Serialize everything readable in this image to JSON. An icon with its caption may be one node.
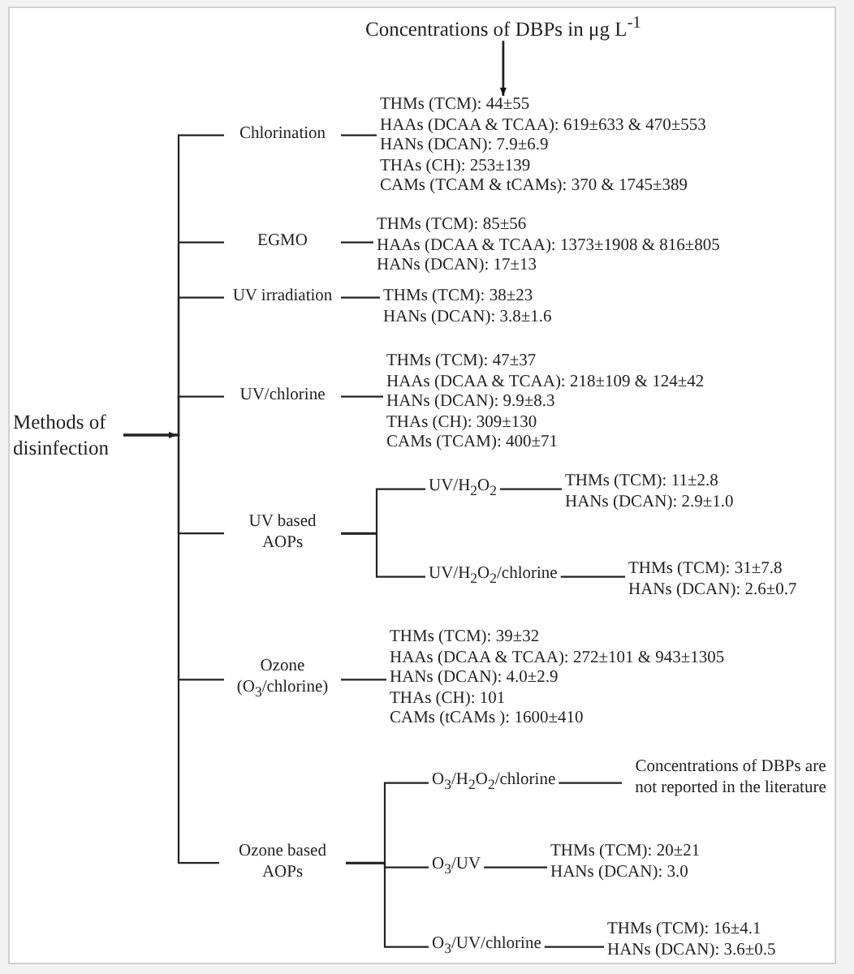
{
  "diagram": {
    "nodes": [
      {
        "text": [
          "Concentrations of DBPs in μg L$^{-1}$"
        ]
      },
      {
        "text": [
          "Methods of disinfection"
        ]
      },
      {
        "text": [
          "Chlorination"
        ]
      },
      {
        "text": [
          "THMs (TCM): 44±55",
          "HAAs (DCAA & TCAA): 619±633 & 470±553",
          "HANs (DCAN): 7.9±6.9",
          "THAs (CH): 253±139",
          "CAMs (TCAM & tCAMs): 370 & 1745±389"
        ]
      },
      {
        "text": [
          "EGMO"
        ]
      },
      {
        "text": [
          "THMs (TCM): 85±56",
          "HAAs (DCAA & TCAA): 1373±1908 & 816±805",
          "HANs (DCAN): 17±13"
        ]
      },
      {
        "text": [
          "UV irradiation"
        ]
      },
      {
        "text": [
          "THMs (TCM): 38±23",
          "HANs (DCAN): 3.8±1.6"
        ]
      },
      {
        "text": [
          "UV/chlorine"
        ]
      },
      {
        "text": [
          "THMs (TCM): 47±37",
          "HAAs (DCAA & TCAA): 218±109 & 124±42",
          "HANs (DCAN): 9.9±8.3",
          "THAs (CH): 309±130",
          "CAMs (TCAM): 400±71"
        ]
      },
      {
        "text": [
          "UV based AOPs"
        ]
      },
      {
        "text": [
          "UV/H$_{2}$O$_{2}$"
        ]
      },
      {
        "text": [
          "THMs (TCM): 11±2.8",
          "HANs (DCAN): 2.9±1.0"
        ]
      },
      {
        "text": [
          "UV/H$_{2}$O$_{2}$/chlorine"
        ]
      },
      {
        "text": [
          "THMs (TCM): 31±7.8",
          "HANs (DCAN): 2.6±0.7"
        ]
      },
      {
        "text": [
          "Ozone (O$_{3}$/chlorine)"
        ]
      },
      {
        "text": [
          "THMs (TCM): 39±32",
          "HAAs (DCAA & TCAA): 272±101 & 943±1305",
          "HANs (DCAN): 4.0±2.9",
          "THAs (CH): 101",
          "CAMs (tCAMs ): 1600±410"
        ]
      },
      {
        "text": [
          "Ozone based AOPs"
        ]
      },
      {
        "text": [
          "O$_{3}$/H$_{2}$O$_{2}$/chlorine"
        ]
      },
      {
        "text": [
          "Concentrations of DBPs are not reported in the literature"
        ]
      },
      {
        "text": [
          "O$_{3}$/UV"
        ]
      },
      {
        "text": [
          "THMs (TCM): 20±21",
          "HANs (DCAN): 3.0"
        ]
      },
      {
        "text": [
          "O$_{3}$/UV/chlorine"
        ]
      },
      {
        "text": [
          "THMs (TCM): 16±4.1",
          "HANs (DCAN): 3.6±0.5"
        ]
      }
    ],
    "edges": [
      {
        "from": 0,
        "to": 3,
        "arrow": "to"
      },
      {
        "from": 1,
        "to": 2,
        "arrow": "none"
      },
      {
        "from": 1,
        "to": 4,
        "arrow": "none"
      },
      {
        "from": 1,
        "to": 6,
        "arrow": "none"
      },
      {
        "from": 1,
        "to": 8,
        "arrow": "none"
      },
      {
        "from": 1,
        "to": 10,
        "arrow": "none"
      },
      {
        "from": 1,
        "to": 15,
        "arrow": "none"
      },
      {
        "from": 1,
        "to": 17,
        "arrow": "none"
      },
      {
        "from": 2,
        "to": 3,
        "arrow": "none"
      },
      {
        "from": 4,
        "to": 5,
        "arrow": "none"
      },
      {
        "from": 6,
        "to": 7,
        "arrow": "none"
      },
      {
        "from": 8,
        "to": 9,
        "arrow": "none"
      },
      {
        "from": 10,
        "to": 11,
        "arrow": "none"
      },
      {
        "from": 10,
        "to": 13,
        "arrow": "none"
      },
      {
        "from": 11,
        "to": 12,
        "arrow": "none"
      },
      {
        "from": 13,
        "to": 14,
        "arrow": "none"
      },
      {
        "from": 15,
        "to": 16,
        "arrow": "none"
      },
      {
        "from": 17,
        "to": 18,
        "arrow": "none"
      },
      {
        "from": 17,
        "to": 20,
        "arrow": "none"
      },
      {
        "from": 17,
        "to": 22,
        "arrow": "none"
      },
      {
        "from": 18,
        "to": 19,
        "arrow": "none"
      },
      {
        "from": 20,
        "to": 21,
        "arrow": "none"
      },
      {
        "from": 22,
        "to": 23,
        "arrow": "none"
      },
      {
        "from": 1,
        "to": null,
        "arrow": "to"
      }
    ]
  }
}
